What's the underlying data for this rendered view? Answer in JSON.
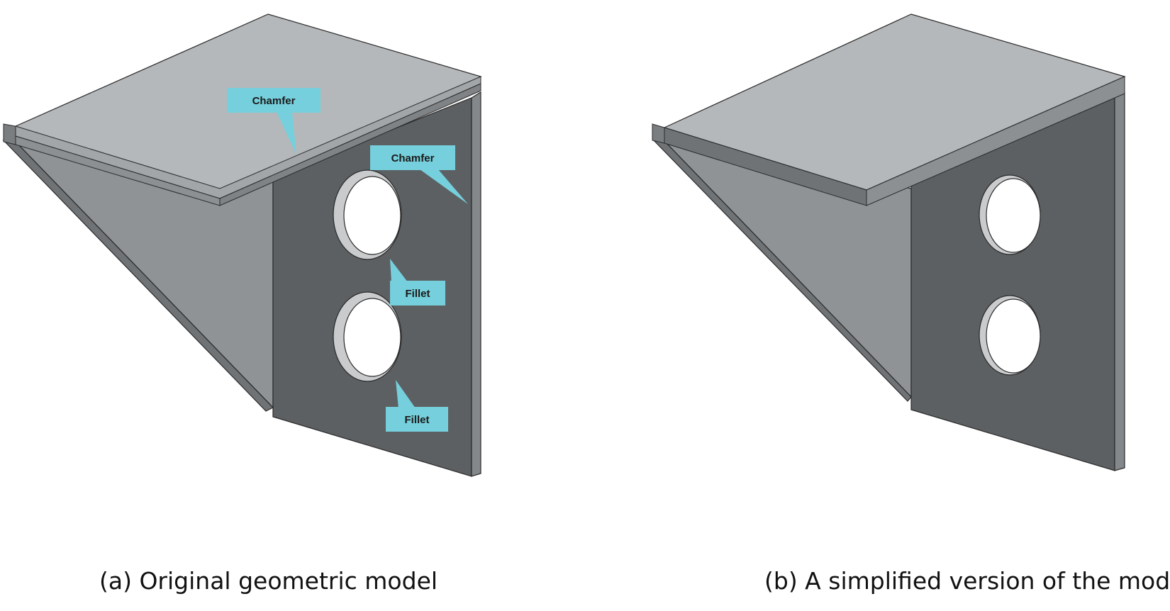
{
  "captions": {
    "a": "(a) Original geometric model",
    "b": "(b) A simplified version of the model"
  },
  "callouts": {
    "chamfer_top": "Chamfer",
    "chamfer_right": "Chamfer",
    "fillet_upper": "Fillet",
    "fillet_lower": "Fillet"
  },
  "colors": {
    "callout_fill": "#76cfdc",
    "top_face": "#b5b8ba",
    "edge_band": "#8c9093",
    "front_plate": "#5c6062",
    "gusset_face": "#8f9396",
    "hole_inside": "#ffffff",
    "outline": "#2a2a2a"
  }
}
